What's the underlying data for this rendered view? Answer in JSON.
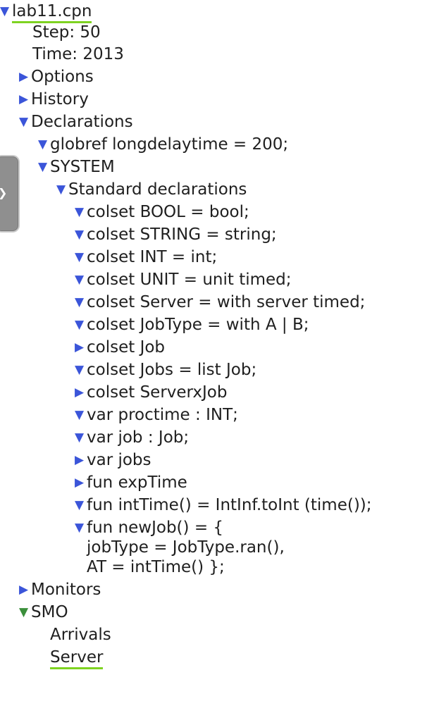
{
  "root": {
    "label": "lab11.cpn",
    "expanded": true
  },
  "step": "Step: 50",
  "time": "Time: 2013",
  "options": {
    "label": "Options",
    "expanded": false
  },
  "history": {
    "label": "History",
    "expanded": false
  },
  "declarations": {
    "label": "Declarations",
    "expanded": true
  },
  "globref": "globref longdelaytime = 200;",
  "system": "SYSTEM",
  "standard": "Standard declarations",
  "decl_items": {
    "bool": "colset BOOL = bool;",
    "string": "colset STRING = string;",
    "int": "colset INT = int;",
    "unit": "colset UNIT = unit timed;",
    "server": "colset Server = with server timed;",
    "jobtype": "colset JobType = with A | B;",
    "job": "colset Job",
    "jobs": "colset Jobs = list Job;",
    "serverxjob": "colset ServerxJob",
    "proctime": "var proctime : INT;",
    "varjob": "var job : Job;",
    "varjobs": "var jobs",
    "exptime": "fun expTime",
    "inttime": "fun intTime() = IntInf.toInt (time());",
    "newjob_1": "fun newJob() = {",
    "newjob_2": "jobType = JobType.ran(),",
    "newjob_3": "AT = intTime() };"
  },
  "monitors": {
    "label": "Monitors",
    "expanded": false
  },
  "smo": {
    "label": "SMO",
    "expanded": true
  },
  "arrivals": "Arrivals",
  "server_page": "Server",
  "colors": {
    "arrow": "#3b55d9",
    "underline": "#7ed321",
    "text": "#1f1f1f"
  },
  "icons": {
    "expanded": "triangle-down-icon",
    "collapsed": "triangle-right-icon",
    "side_tab": "chevron-right-icon"
  }
}
